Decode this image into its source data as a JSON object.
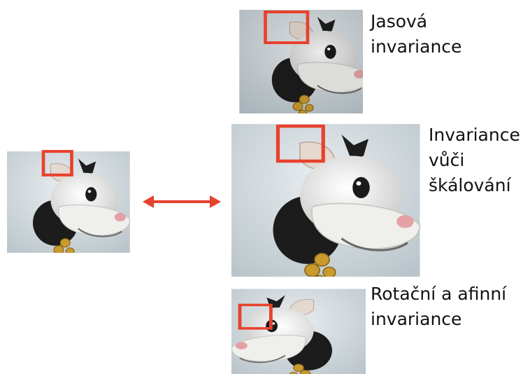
{
  "colors": {
    "region": "#e8412c",
    "arrow": "#e8412c",
    "background": "#ffffff"
  },
  "labels": {
    "brightness": "Jasová\ninvariance",
    "scale": "Invariance\nvůči\nškálování",
    "rotation": "Rotační a afinní\ninvariance"
  }
}
